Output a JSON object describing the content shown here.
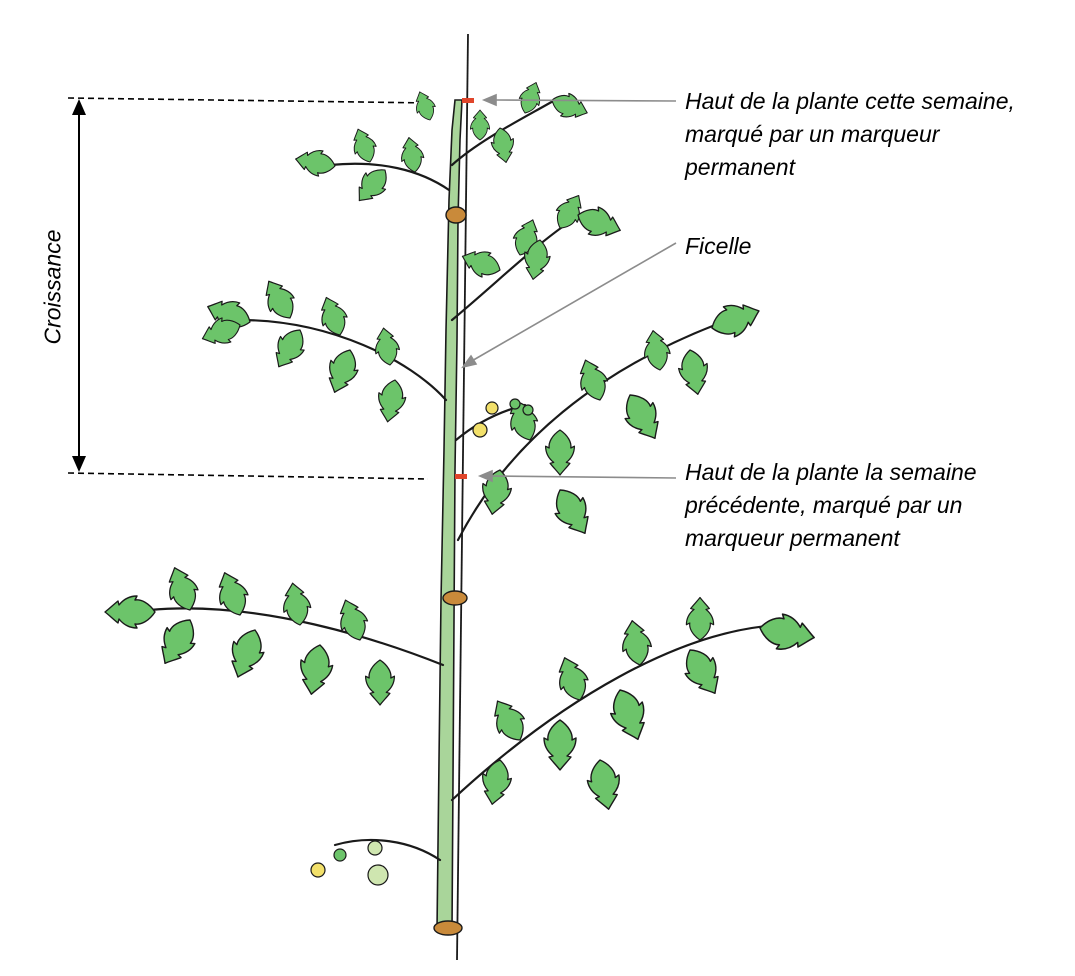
{
  "labels": {
    "top_this_week": [
      "Haut de la plante cette semaine,",
      "marqué par un marqueur",
      "permanent"
    ],
    "string": "Ficelle",
    "top_previous_week": [
      "Haut de la plante la semaine",
      "précédente, marqué par un",
      "marqueur permanent"
    ],
    "growth": "Croissance"
  },
  "colors": {
    "leaf": "#6cc46a",
    "leaf_dark": "#4a9a4a",
    "stem": "#a9d59a",
    "outline": "#1a1a1a",
    "clip": "#c98a3a",
    "marker": "#e0452b",
    "pointer": "#8c8c8c",
    "flower": "#f2e06a"
  },
  "icons": [
    "tomato-plant-illustration",
    "plant-clip",
    "permanent-marker",
    "flower"
  ]
}
